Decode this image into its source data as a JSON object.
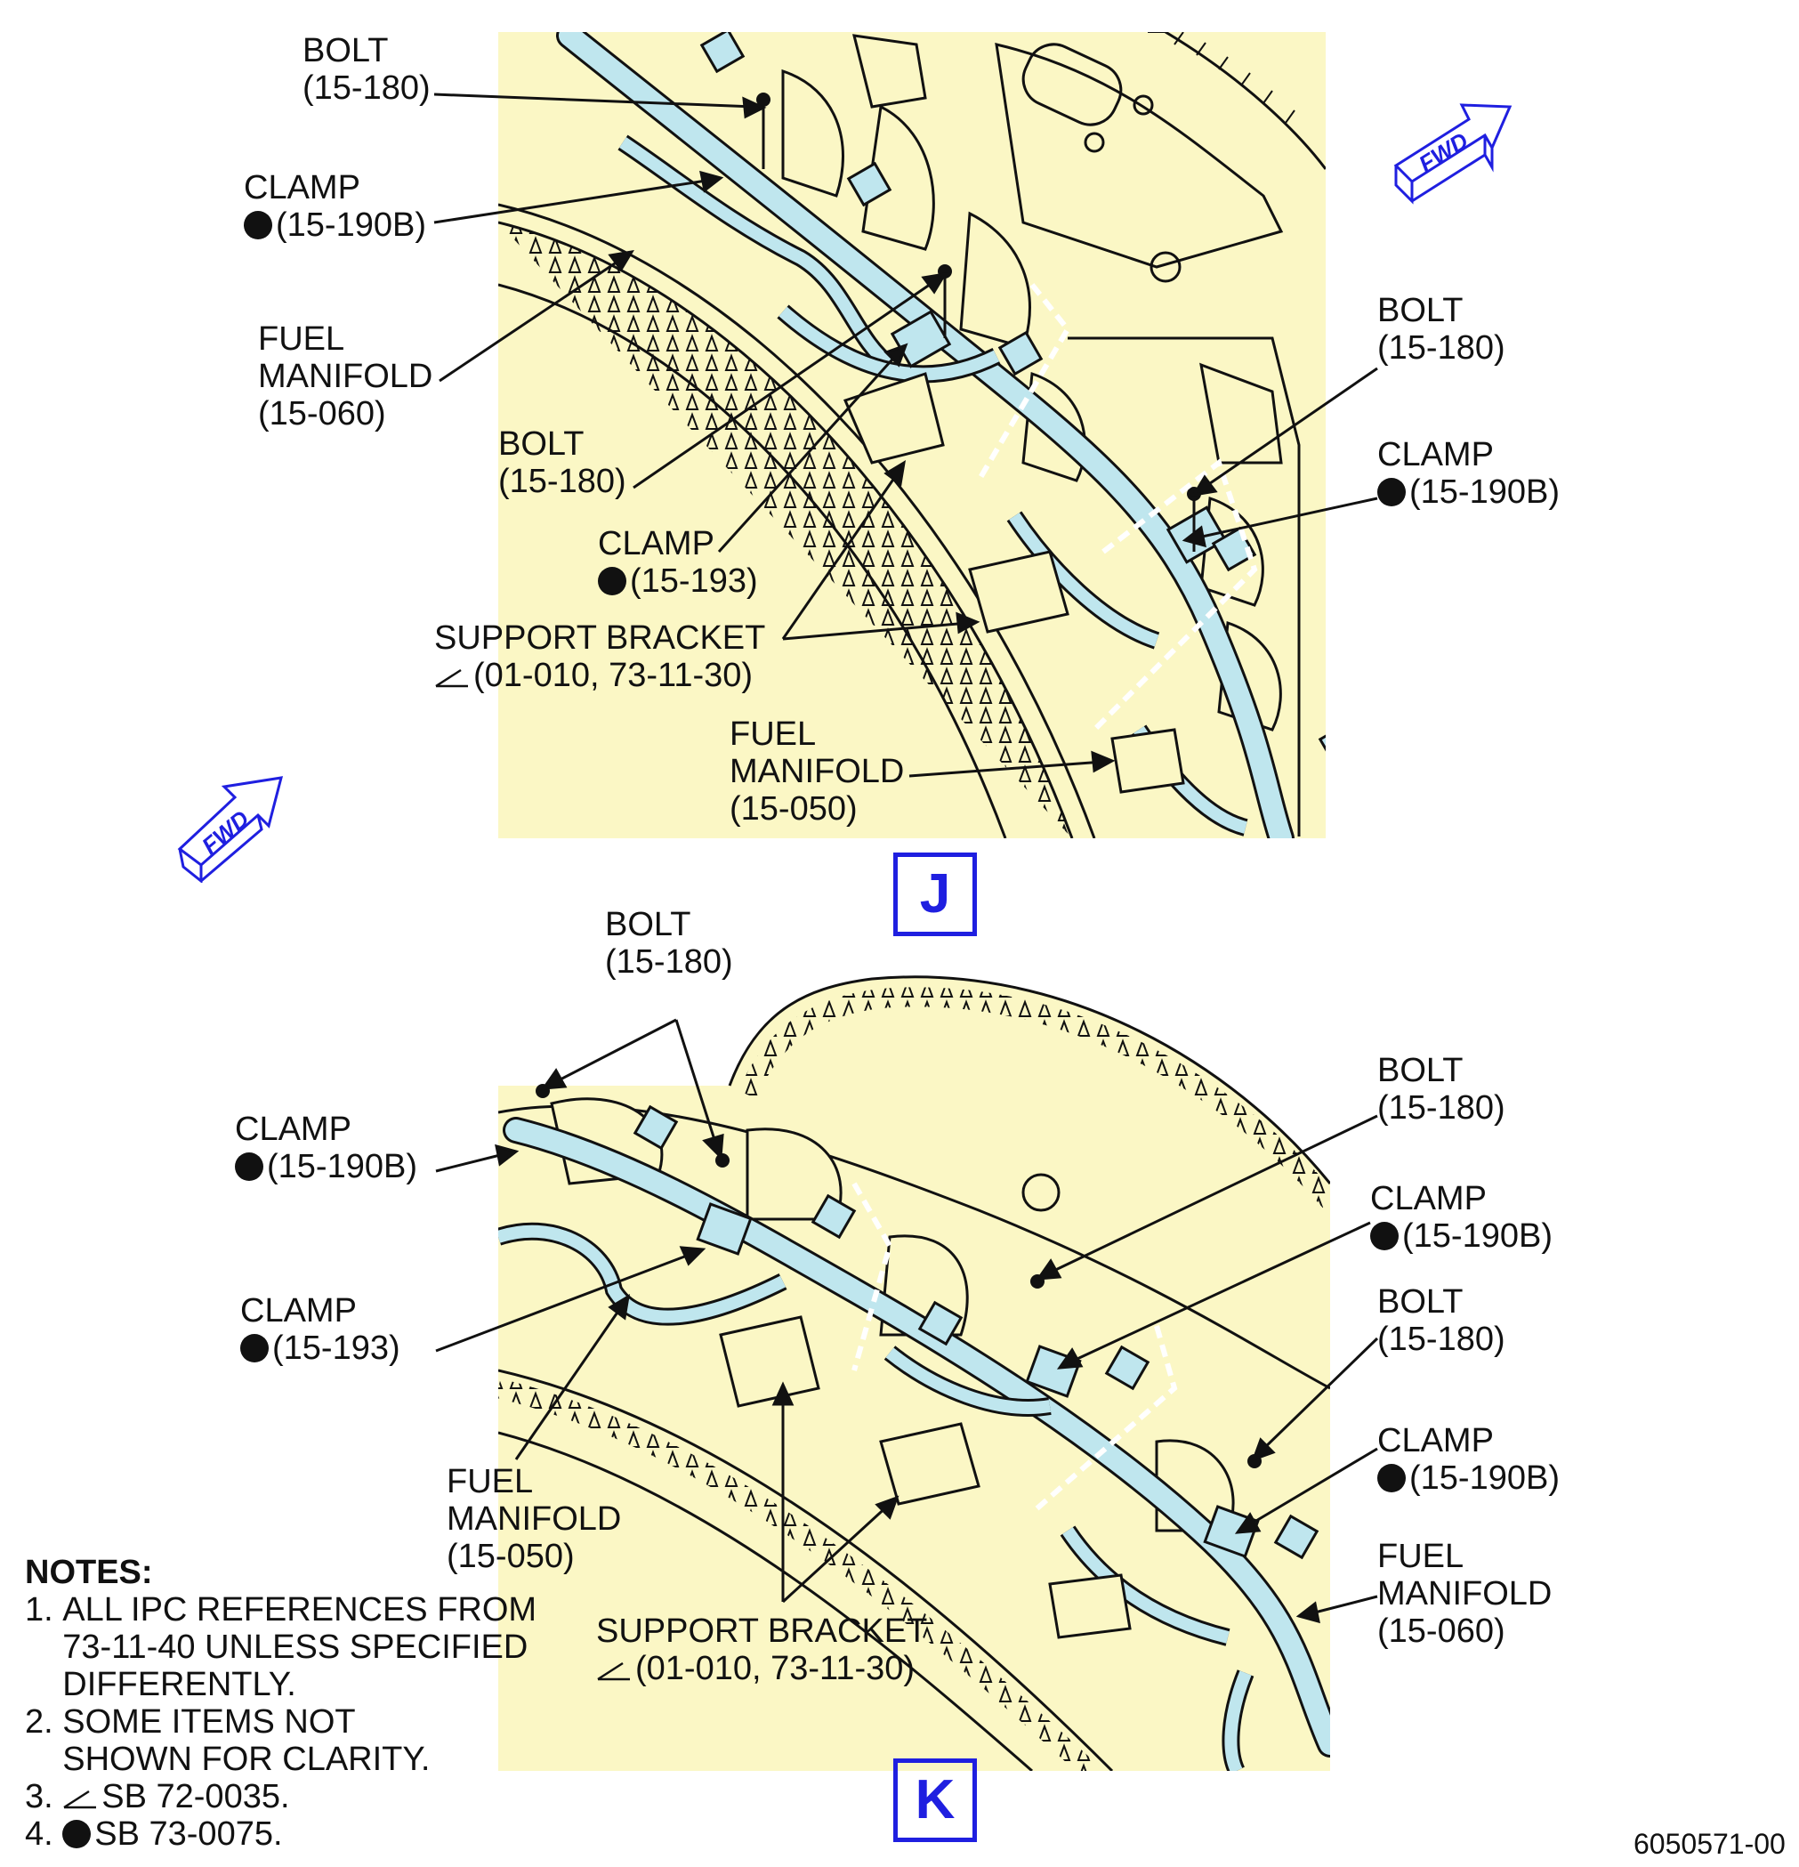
{
  "view_j": {
    "letter": "J",
    "labels": [
      {
        "id": "j-bolt-1",
        "lines": [
          "BOLT",
          "(15-180)"
        ],
        "marker": ""
      },
      {
        "id": "j-clamp-1",
        "lines": [
          "CLAMP",
          "(15-190B)"
        ],
        "marker": "dot"
      },
      {
        "id": "j-fuel-manifold-1",
        "lines": [
          "FUEL",
          "MANIFOLD",
          "(15-060)"
        ],
        "marker": ""
      },
      {
        "id": "j-bolt-2",
        "lines": [
          "BOLT",
          "(15-180)"
        ],
        "marker": ""
      },
      {
        "id": "j-clamp-2",
        "lines": [
          "CLAMP",
          "(15-193)"
        ],
        "marker": "dot"
      },
      {
        "id": "j-support-bracket",
        "lines": [
          "SUPPORT BRACKET",
          "(01-010, 73-11-30)"
        ],
        "marker": "tri"
      },
      {
        "id": "j-fuel-manifold-2",
        "lines": [
          "FUEL",
          "MANIFOLD",
          "(15-050)"
        ],
        "marker": ""
      },
      {
        "id": "j-bolt-3",
        "lines": [
          "BOLT",
          "(15-180)"
        ],
        "marker": ""
      },
      {
        "id": "j-clamp-3",
        "lines": [
          "CLAMP",
          "(15-190B)"
        ],
        "marker": "dot"
      }
    ]
  },
  "view_k": {
    "letter": "K",
    "labels": [
      {
        "id": "k-bolt-1",
        "lines": [
          "BOLT",
          "(15-180)"
        ],
        "marker": ""
      },
      {
        "id": "k-clamp-1",
        "lines": [
          "CLAMP",
          "(15-190B)"
        ],
        "marker": "dot"
      },
      {
        "id": "k-clamp-2",
        "lines": [
          "CLAMP",
          "(15-193)"
        ],
        "marker": "dot"
      },
      {
        "id": "k-fuel-manifold-1",
        "lines": [
          "FUEL",
          "MANIFOLD",
          "(15-050)"
        ],
        "marker": ""
      },
      {
        "id": "k-support-bracket",
        "lines": [
          "SUPPORT BRACKET",
          "(01-010, 73-11-30)"
        ],
        "marker": "tri"
      },
      {
        "id": "k-bolt-2",
        "lines": [
          "BOLT",
          "(15-180)"
        ],
        "marker": ""
      },
      {
        "id": "k-clamp-3",
        "lines": [
          "CLAMP",
          "(15-190B)"
        ],
        "marker": "dot"
      },
      {
        "id": "k-bolt-3",
        "lines": [
          "BOLT",
          "(15-180)"
        ],
        "marker": ""
      },
      {
        "id": "k-clamp-4",
        "lines": [
          "CLAMP",
          "(15-190B)"
        ],
        "marker": "dot"
      },
      {
        "id": "k-fuel-manifold-2",
        "lines": [
          "FUEL",
          "MANIFOLD",
          "(15-060)"
        ],
        "marker": ""
      }
    ]
  },
  "fwd_arrows": [
    {
      "label": "FWD"
    },
    {
      "label": "FWD"
    }
  ],
  "notes": {
    "heading": "NOTES:",
    "items": [
      {
        "num": "1.",
        "text": "ALL IPC REFERENCES FROM 73-11-40 UNLESS SPECIFIED DIFFERENTLY.",
        "marker": ""
      },
      {
        "num": "2.",
        "text": "SOME ITEMS NOT SHOWN FOR CLARITY.",
        "marker": ""
      },
      {
        "num": "3.",
        "text": "SB 72-0035.",
        "marker": "tri"
      },
      {
        "num": "4.",
        "text": "SB 73-0075.",
        "marker": "dot"
      }
    ]
  },
  "document_id": "6050571-00",
  "colors": {
    "panel": "#fbf7c5",
    "tube": "#bfe6ee",
    "view_letter": "#1f1fe0",
    "fwd": "#1f1fe0",
    "line": "#111111"
  }
}
